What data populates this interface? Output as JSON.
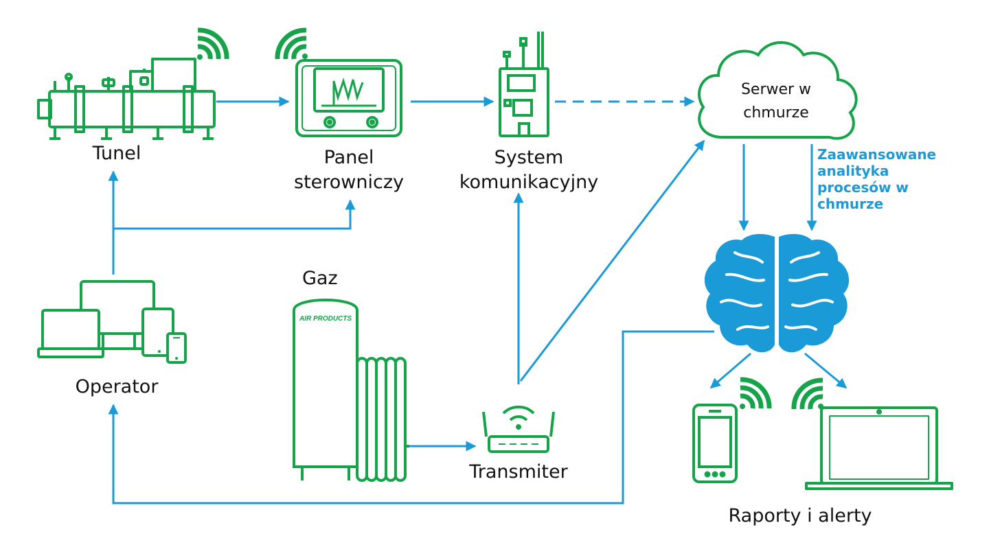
{
  "nodes": {
    "tunel": "Tunel",
    "panel": "Panel sterowniczy",
    "system": "System komunikacyjny",
    "cloud": "Serwer w chmurze",
    "analytics": "Zaawansowane analityka procesów w chmurze",
    "gaz": "Gaz",
    "operator": "Operator",
    "transmiter": "Transmiter",
    "reports": "Raporty i alerty"
  },
  "logo": "AIR PRODUCTS",
  "colors": {
    "green": "#16a34a",
    "blue": "#1a9ad6",
    "brain": "#1a9ad6",
    "text": "#111111"
  }
}
